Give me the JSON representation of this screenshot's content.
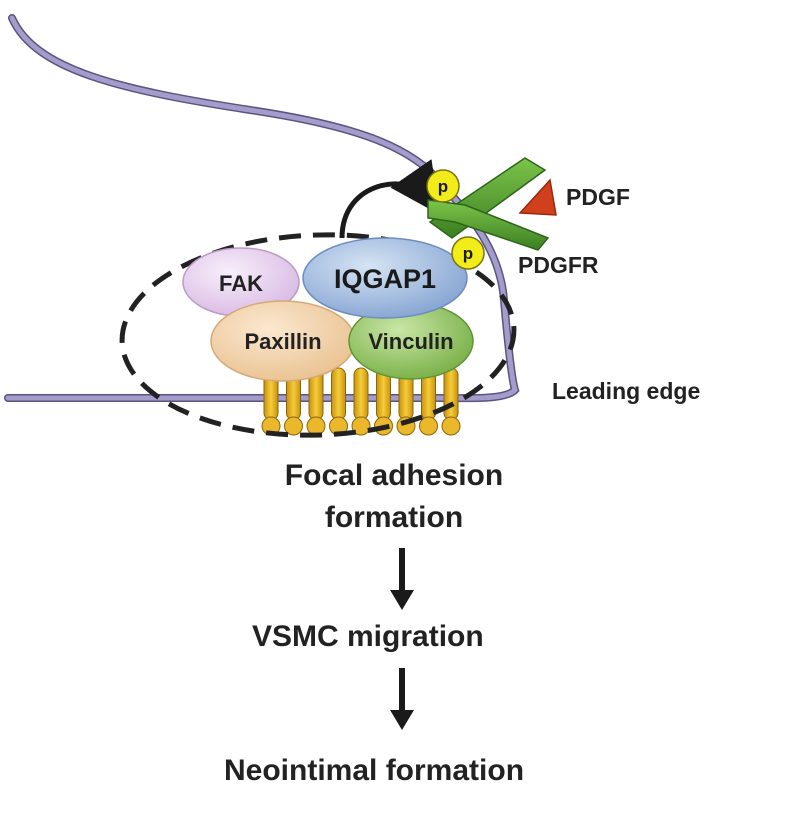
{
  "proteins": {
    "fak": "FAK",
    "iqgap1": "IQGAP1",
    "paxillin": "Paxillin",
    "vinculin": "Vinculin"
  },
  "phospho": {
    "p1": "p",
    "p2": "p"
  },
  "receptor": {
    "ligand": "PDGF",
    "receptor": "PDGFR"
  },
  "labels": {
    "leading_edge": "Leading edge"
  },
  "flow": {
    "step1_line1": "Focal adhesion",
    "step1_line2": "formation",
    "step2": "VSMC migration",
    "step3": "Neointimal formation"
  },
  "colors": {
    "membrane": "#8f88b8",
    "fak": "#e2c8ea",
    "iqgap1": "#8fb0dc",
    "paxillin": "#f2cfa4",
    "vinculin": "#8ec45a",
    "integrin": "#e9b625",
    "phospho": "#f2ec1a",
    "receptor": "#4f9a2c",
    "ligand": "#d0401c"
  }
}
